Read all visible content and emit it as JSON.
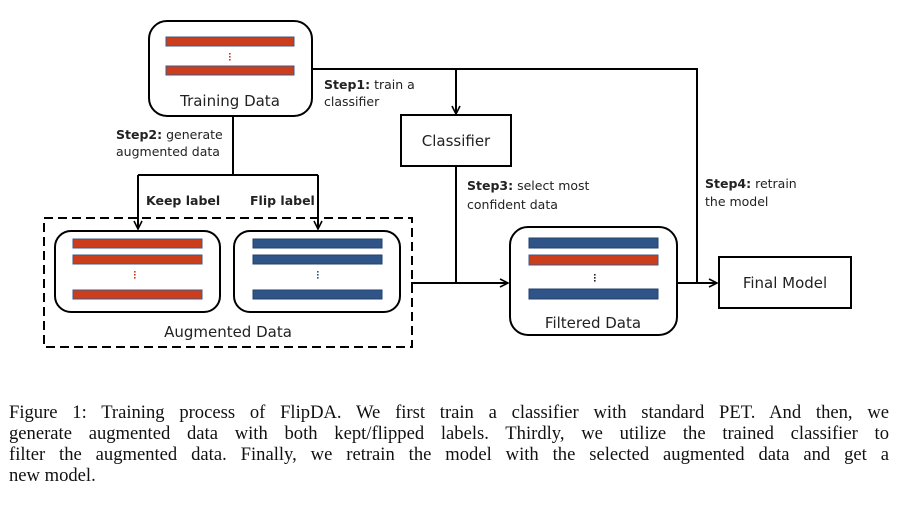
{
  "colors": {
    "red_bar": "#cc3d1b",
    "blue_bar": "#2f5487",
    "bar_outline": "#3c5a8a",
    "line": "#000000"
  },
  "nodes": {
    "training_data": {
      "title": "Training Data",
      "bars": [
        "red",
        "red"
      ]
    },
    "classifier": {
      "title": "Classifier"
    },
    "keep_label_box": {
      "bars": [
        "red",
        "red",
        "red"
      ]
    },
    "flip_label_box": {
      "bars": [
        "blue",
        "blue",
        "blue"
      ]
    },
    "augmented_data": {
      "title": "Augmented Data"
    },
    "filtered_data": {
      "title": "Filtered Data",
      "bars": [
        "blue",
        "red",
        "blue"
      ]
    },
    "final_model": {
      "title": "Final Model"
    }
  },
  "steps": {
    "step1": {
      "bold": "Step1:",
      "line1": " train a",
      "line2": "classifier"
    },
    "step2": {
      "bold": "Step2:",
      "line1": " generate",
      "line2": "augmented data"
    },
    "step3": {
      "bold": "Step3:",
      "line1": " select most",
      "line2": "confident data"
    },
    "step4": {
      "bold": "Step4:",
      "line1": " retrain",
      "line2": "the model"
    }
  },
  "branch_labels": {
    "keep": "Keep label",
    "flip": "Flip label"
  },
  "caption": {
    "lines": [
      "Figure 1: Training process of FlipDA. We first train a classifier with standard PET. And then, we",
      "generate augmented data with both kept/flipped labels. Thirdly, we utilize the trained classifier to",
      "filter the augmented data. Finally, we retrain the model with the selected augmented data and get a",
      "new model."
    ]
  }
}
